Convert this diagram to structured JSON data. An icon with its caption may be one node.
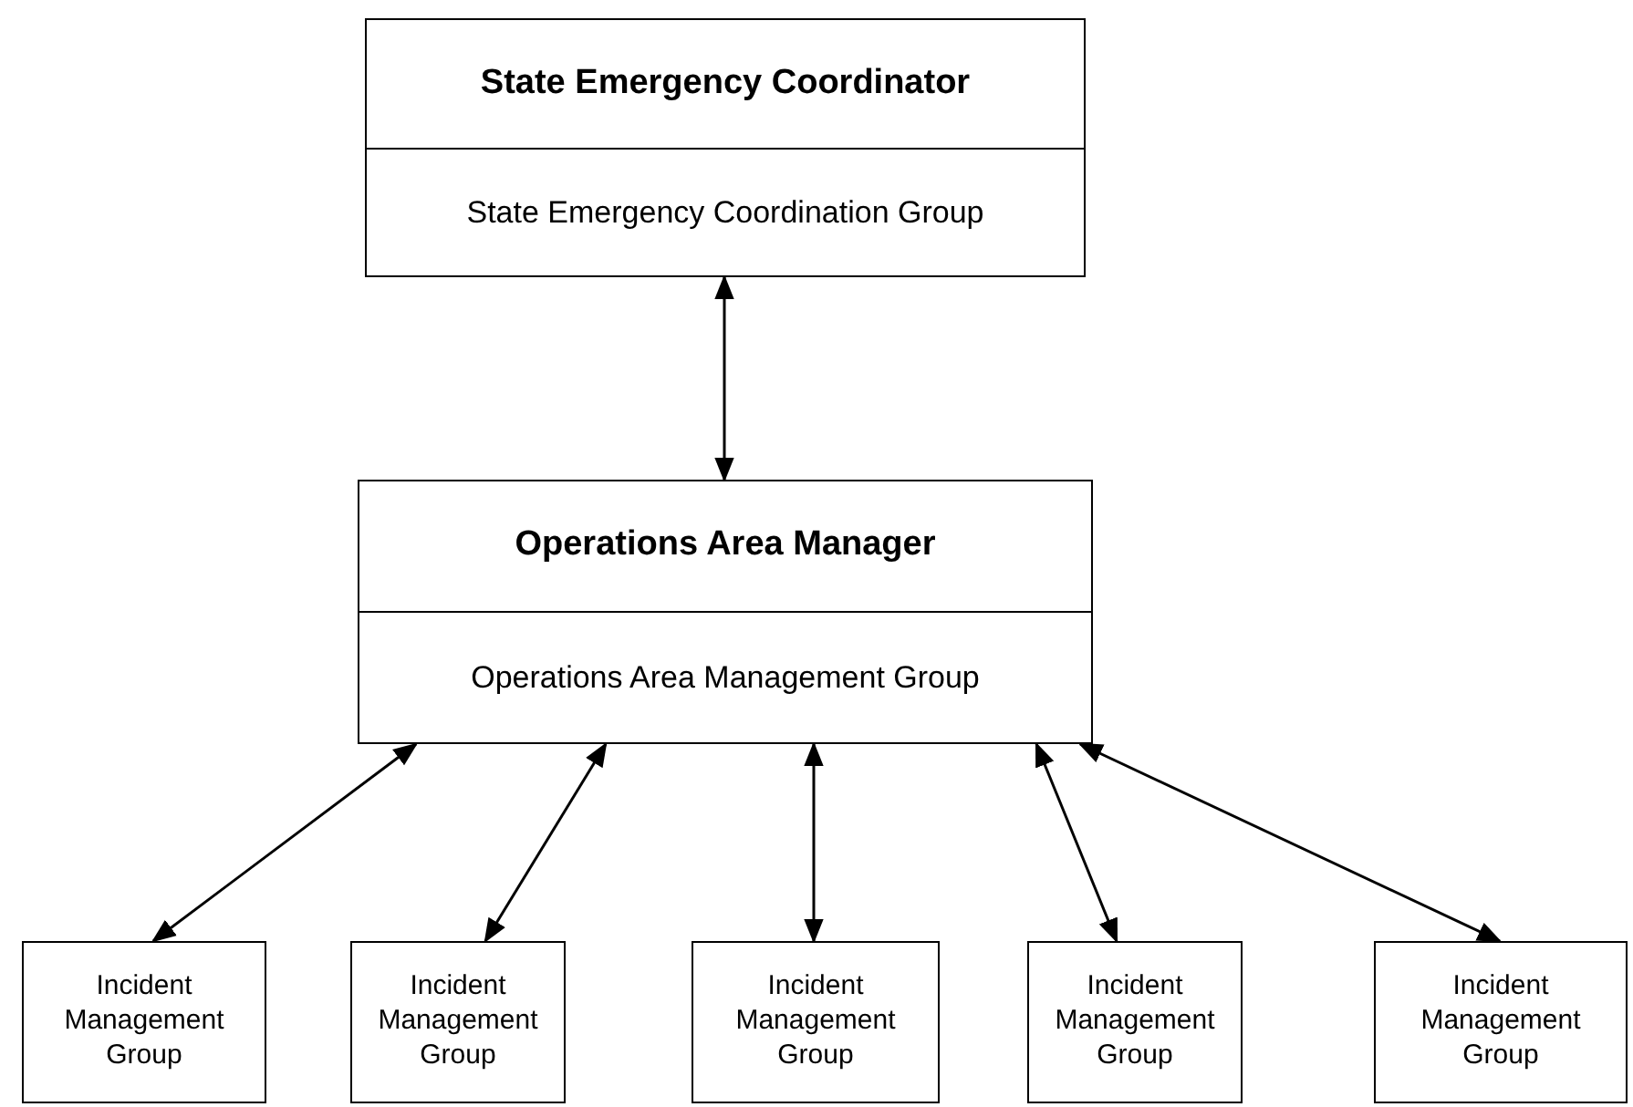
{
  "diagram": {
    "nodes": [
      {
        "text": [
          "State Emergency Coordinator",
          "State Emergency Coordination Group"
        ]
      },
      {
        "text": [
          "Operations Area Manager",
          "Operations Area Management Group"
        ]
      },
      {
        "text": [
          "Incident Management Group"
        ]
      },
      {
        "text": [
          "Incident Management Group"
        ]
      },
      {
        "text": [
          "Incident Management Group"
        ]
      },
      {
        "text": [
          "Incident Management Group"
        ]
      },
      {
        "text": [
          "Incident Management Group"
        ]
      }
    ],
    "edges": [
      {
        "from": 0,
        "to": 1,
        "arrow": "both"
      },
      {
        "from": 1,
        "to": 2,
        "arrow": "both"
      },
      {
        "from": 1,
        "to": 3,
        "arrow": "both"
      },
      {
        "from": 1,
        "to": 4,
        "arrow": "both"
      },
      {
        "from": 1,
        "to": 5,
        "arrow": "both"
      },
      {
        "from": 1,
        "to": 6,
        "arrow": "both"
      }
    ]
  }
}
